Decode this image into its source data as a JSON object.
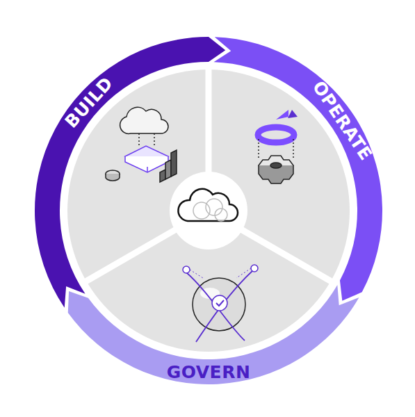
{
  "diagram": {
    "labels": [
      "BUILD",
      "OPERATE",
      "GOVERN"
    ]
  }
}
